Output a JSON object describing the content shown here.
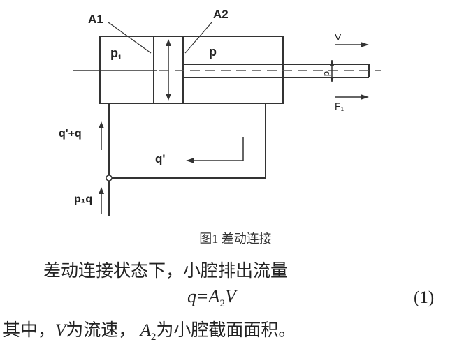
{
  "diagram": {
    "label_a1": "A1",
    "label_a2": "A2",
    "label_p1": "p",
    "label_p1_sub": "1",
    "label_p": "p",
    "label_v": "V",
    "label_d": "d",
    "label_f": "F",
    "label_f_sub": "1",
    "label_q_plus": "q'+q",
    "label_q_prime": "q'",
    "label_p1q": "p₁q"
  },
  "caption": "图1 差动连接",
  "text": {
    "line1": "差动连接状态下，小腔排出流量",
    "formula_lhs": "q=A",
    "formula_sub": "2",
    "formula_rhs": "V",
    "eq_number": "(1)",
    "desc_prefix": "其中，",
    "desc_v": "V",
    "desc_mid": "为流速， ",
    "desc_a": "A",
    "desc_sub": "2",
    "desc_suffix": "为小腔截面面积。"
  }
}
